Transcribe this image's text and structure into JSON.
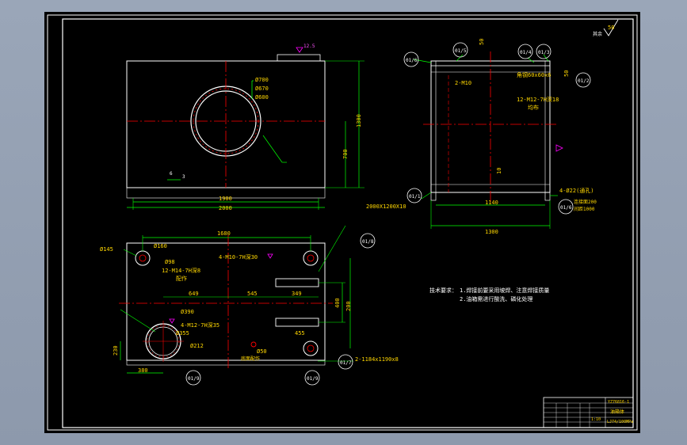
{
  "colors": {
    "paper": "#000000",
    "border": "#ffffff",
    "dim": "#00ff00",
    "text": "#ffd700",
    "center": "#ff0000",
    "magenta": "#ff55ff",
    "accent": "#ff00ff",
    "weld": "#ffffff"
  },
  "top_view": {
    "d_outer": "Ø700",
    "d_mid": "Ø670",
    "d_inner": "Ø600",
    "height": "1300",
    "half_height": "700",
    "width": "1900",
    "width_total": "2000",
    "roughness": "12.5"
  },
  "side_view": {
    "thread_2": "2-M10",
    "angle": "角钢60x60x6",
    "thread_12": "12-M12-7H深18",
    "thread_12b": "均布",
    "dim_10": "10",
    "dim_1140": "1140",
    "dim_1300": "1300",
    "holes": "4-Ø22(通孔)",
    "plate": "2000X1200X10",
    "note1": "连接面200",
    "note2": "间距1000",
    "d50": "50",
    "d50b": "50"
  },
  "plan_view": {
    "d_160": "Ø160",
    "d_145": "Ø145",
    "d_98": "Ø98",
    "thread_m14": "12-M14-7H深8",
    "thread_m14b": "配作",
    "thread_m10": "4-M10-7H深30",
    "dim_1680": "1680",
    "dim_649": "649",
    "dim_545": "545",
    "dim_349": "349",
    "dim_400": "400",
    "dim_200": "200",
    "d_390": "Ø390",
    "thread_m12": "4-M12-7H深35",
    "d_355": "Ø355",
    "d_212": "Ø212",
    "dim_230": "230",
    "dim_380": "380",
    "d_50": "Ø50",
    "label_bottom": "底面配作",
    "slot": "2-1184x1190x8",
    "dim_455": "455"
  },
  "balloons": {
    "b1": "01/6",
    "b2": "01/5",
    "b3": "01/4",
    "b4": "01/3",
    "b5": "01/2",
    "b6": "01/1",
    "b7": "01/6",
    "b8": "01/8",
    "b9": "01/7",
    "b10": "01/9",
    "b11": "01/9"
  },
  "tech_req": {
    "title": "技术要求：",
    "line1": "1.焊接前要采用坡焊、注意焊接质量",
    "line2": "2.油箱需进行酸洗、磷化处理"
  },
  "corner": {
    "label": "其余",
    "value": "50"
  },
  "title_block": {
    "code": "YZ76816-1",
    "name": "油箱体",
    "ref": "LJ74/100MPa",
    "scale": "1:10"
  }
}
